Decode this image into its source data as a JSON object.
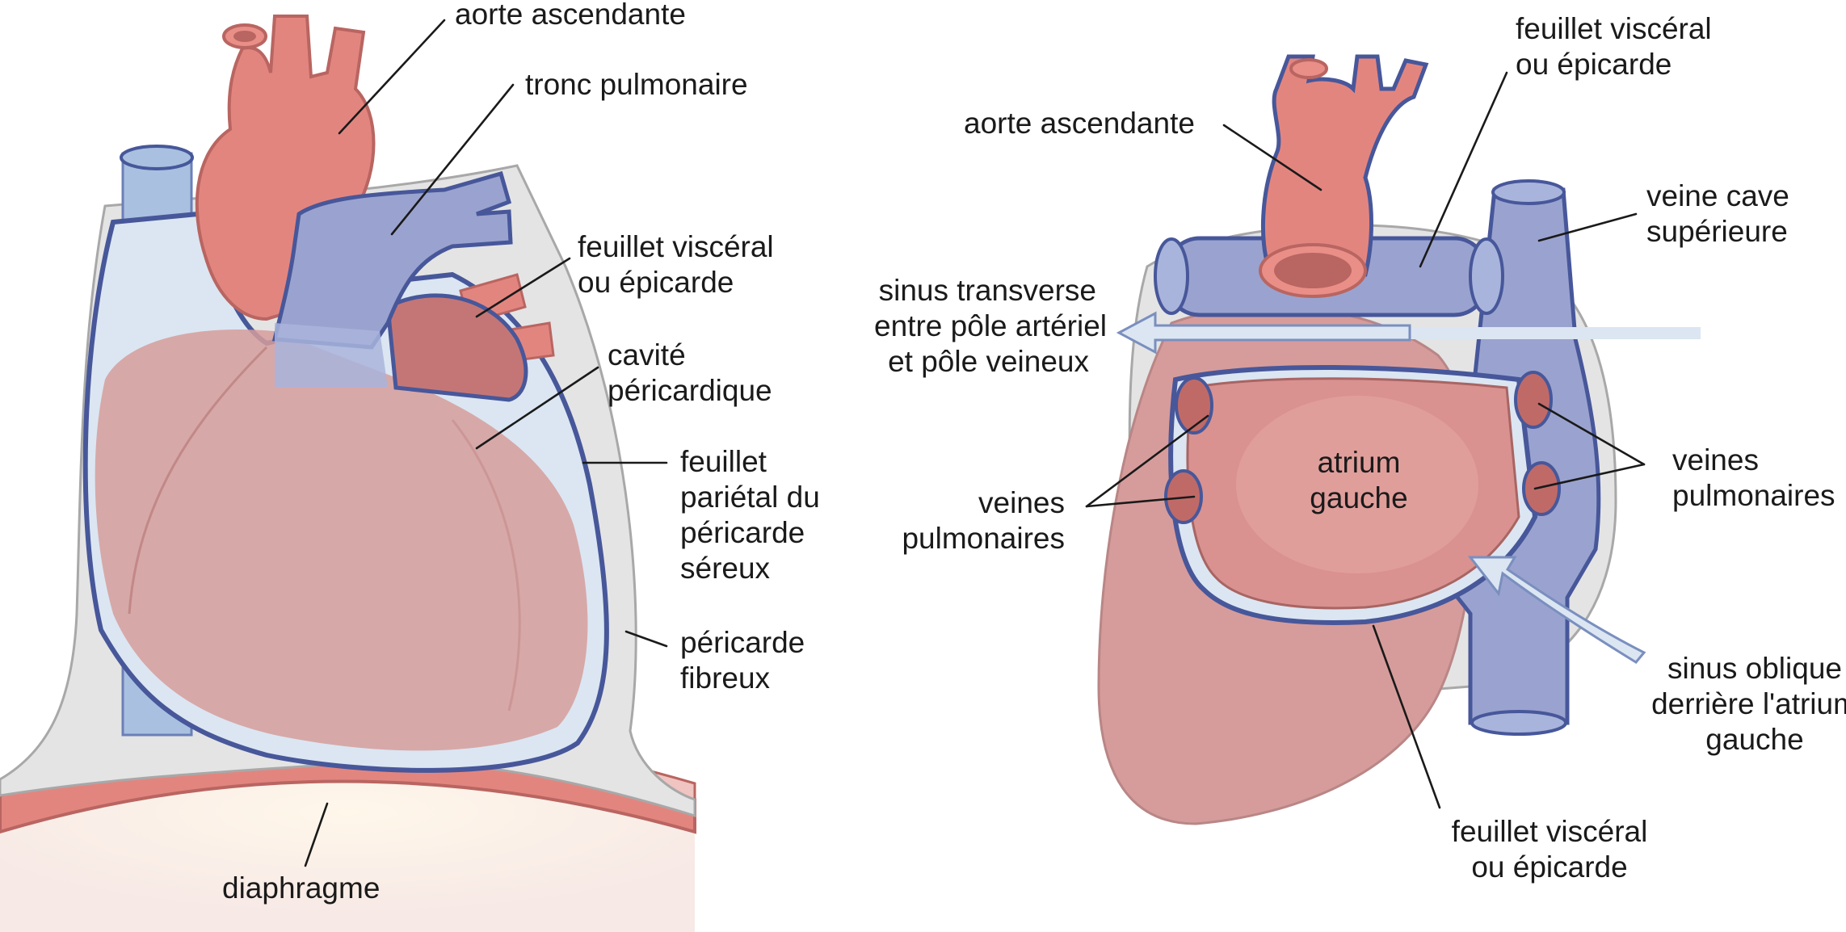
{
  "colors": {
    "artery": "#e3857f",
    "artery_dark": "#b96561",
    "vein": "#9aa3cf",
    "vein_dark": "#47579a",
    "serous_fill": "#dbe6f2",
    "fibrous": "#e4e4e4",
    "heart_body": "#d69c9b",
    "text": "#1a1a1a"
  },
  "left_panel": {
    "aorte": "aorte ascendante",
    "tronc": "tronc pulmonaire",
    "visceral_1": "feuillet viscéral",
    "visceral_2": "ou épicarde",
    "cavite_1": "cavité",
    "cavite_2": "péricardique",
    "parietal_1": "feuillet",
    "parietal_2": "pariétal du",
    "parietal_3": "péricarde",
    "parietal_4": "séreux",
    "fibreux_1": "péricarde",
    "fibreux_2": "fibreux",
    "diaphragme": "diaphragme"
  },
  "right_panel": {
    "visceral_top_1": "feuillet viscéral",
    "visceral_top_2": "ou épicarde",
    "aorte": "aorte ascendante",
    "vcs_1": "veine cave",
    "vcs_2": "supérieure",
    "sinus_t_1": "sinus transverse",
    "sinus_t_2": "entre pôle artériel",
    "sinus_t_3": "et pôle veineux",
    "atrium_1": "atrium",
    "atrium_2": "gauche",
    "vp_left_1": "veines",
    "vp_left_2": "pulmonaires",
    "vp_right_1": "veines",
    "vp_right_2": "pulmonaires",
    "sinus_o_1": "sinus oblique",
    "sinus_o_2": "derrière l'atrium",
    "sinus_o_3": "gauche",
    "visceral_bottom_1": "feuillet viscéral",
    "visceral_bottom_2": "ou épicarde"
  }
}
